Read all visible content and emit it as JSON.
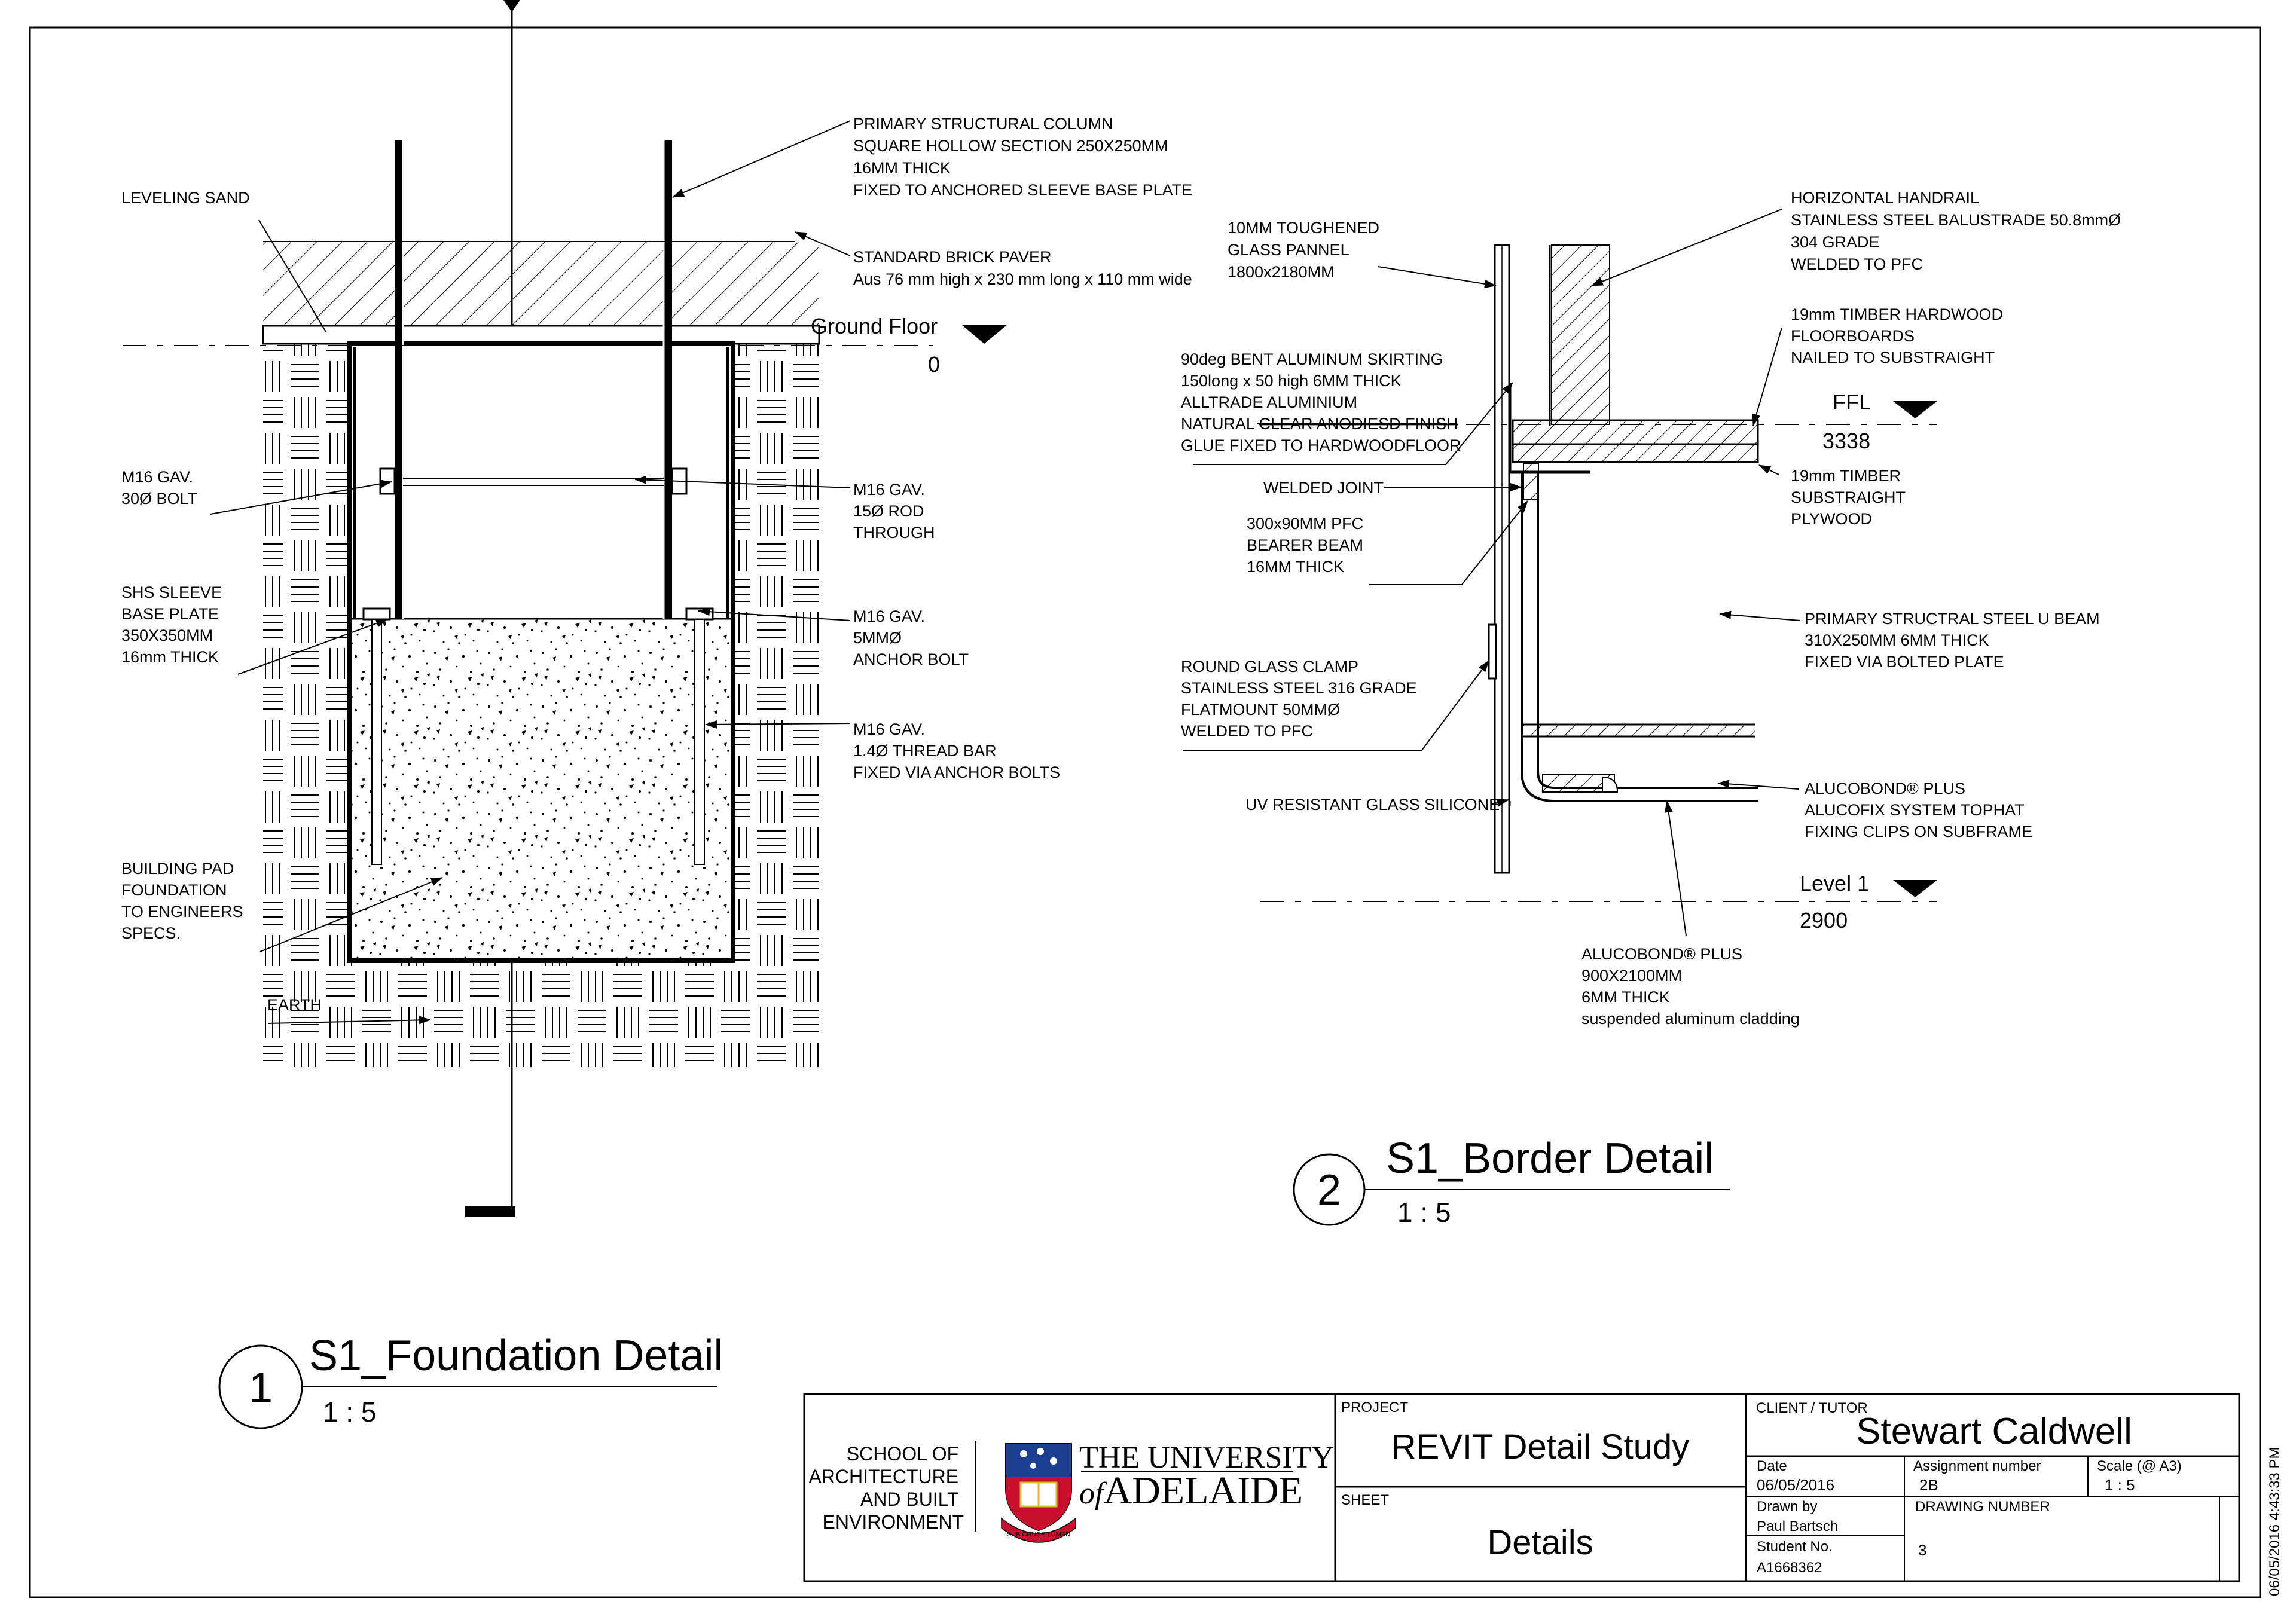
{
  "sheet": {
    "timestamp": "06/05/2016 4:43:33 PM"
  },
  "details": [
    {
      "number": "1",
      "title": "S1_Foundation Detail",
      "scale": "1 : 5"
    },
    {
      "number": "2",
      "title": "S1_Border Detail",
      "scale": "1 : 5"
    }
  ],
  "foundation": {
    "levels": [
      {
        "name": "Ground Floor",
        "elevation": "0"
      }
    ],
    "notes": {
      "column": [
        "PRIMARY STRUCTURAL COLUMN",
        "SQUARE HOLLOW SECTION 250X250MM",
        "16MM THICK",
        "FIXED TO ANCHORED SLEEVE BASE PLATE"
      ],
      "sand": [
        "LEVELING SAND"
      ],
      "paver": [
        "STANDARD BRICK PAVER",
        "Aus 76 mm high x 230 mm long x 110 mm wide"
      ],
      "bolt": [
        "M16 GAV.",
        "30Ø BOLT"
      ],
      "rod": [
        "M16 GAV.",
        "15Ø ROD",
        "THROUGH"
      ],
      "sleeve": [
        "SHS SLEEVE",
        "BASE PLATE",
        "350X350MM",
        "16mm THICK"
      ],
      "anchor": [
        "M16 GAV.",
        "5MMØ",
        "ANCHOR BOLT"
      ],
      "thread": [
        "M16 GAV.",
        "1.4Ø THREAD BAR",
        "FIXED VIA ANCHOR BOLTS"
      ],
      "pad": [
        "BUILDING PAD",
        "FOUNDATION",
        "TO ENGINEERS",
        "SPECS."
      ],
      "earth": [
        "EARTH"
      ]
    }
  },
  "border": {
    "levels": [
      {
        "name": "FFL",
        "elevation": "3338"
      },
      {
        "name": "Level 1",
        "elevation": "2900"
      }
    ],
    "notes": {
      "glass": [
        "10MM TOUGHENED",
        "GLASS PANNEL",
        "1800x2180MM"
      ],
      "handrail": [
        "HORIZONTAL HANDRAIL",
        "STAINLESS STEEL BALUSTRADE 50.8mmØ",
        "304 GRADE",
        "WELDED TO PFC"
      ],
      "floorboards": [
        "19mm TIMBER HARDWOOD",
        "FLOORBOARDS",
        "NAILED TO SUBSTRAIGHT"
      ],
      "skirting": [
        "90deg BENT ALUMINUM SKIRTING",
        "150long x 50 high 6MM THICK",
        "ALLTRADE ALUMINIUM"
      ],
      "skirting_finish": {
        "prefix": "NATURAL ",
        "struck": "CLEAR ANODIESD FINISH"
      },
      "skirting_glue": [
        "GLUE FIXED TO HARDWOODFLOOR"
      ],
      "welded": [
        "WELDED  JOINT"
      ],
      "substrate": [
        "19mm TIMBER",
        "SUBSTRAIGHT",
        "PLYWOOD"
      ],
      "pfc": [
        "300x90MM PFC",
        "BEARER BEAM",
        "16MM THICK"
      ],
      "ubeam": [
        "PRIMARY STRUCTRAL STEEL U BEAM",
        "310X250MM 6MM THICK",
        "FIXED VIA BOLTED PLATE"
      ],
      "clamp": [
        "ROUND GLASS CLAMP",
        "STAINLESS STEEL 316 GRADE",
        "FLATMOUNT 50MMØ",
        "WELDED TO PFC"
      ],
      "silicone": [
        "UV RESISTANT GLASS SILICONE"
      ],
      "alucofix": [
        "ALUCOBOND® PLUS",
        "ALUCOFIX  SYSTEM TOPHAT",
        "FIXING CLIPS ON SUBFRAME"
      ],
      "cladding": [
        "ALUCOBOND® PLUS",
        "900X2100MM",
        "6MM THICK",
        "suspended aluminum cladding"
      ]
    }
  },
  "title_block": {
    "school": [
      "SCHOOL OF",
      "ARCHITECTURE",
      "AND BUILT",
      "ENVIRONMENT"
    ],
    "university_line1": "THE UNIVERSITY",
    "university_of": "of",
    "university_line2": "ADELAIDE",
    "crest_motto": "SUB CRUCE LUMEN",
    "project_label": "PROJECT",
    "project": "REVIT Detail Study",
    "sheet_label": "SHEET",
    "sheet": "Details",
    "client_label": "CLIENT / TUTOR",
    "client": "Stewart Caldwell",
    "date_label": "Date",
    "date": "06/05/2016",
    "assignment_label": "Assignment number",
    "assignment": "2B",
    "scale_label": "Scale (@ A3)",
    "scale": "1 : 5",
    "drawn_label": "Drawn by",
    "drawn": "Paul Bartsch",
    "student_label": "Student No.",
    "student": "A1668362",
    "drawing_number_label": "DRAWING NUMBER",
    "drawing_number": "3"
  },
  "colors": {
    "ink": "#000000",
    "crest_blue": "#1d3f8f",
    "crest_red": "#c8102e",
    "crest_gold": "#e0b33a"
  }
}
